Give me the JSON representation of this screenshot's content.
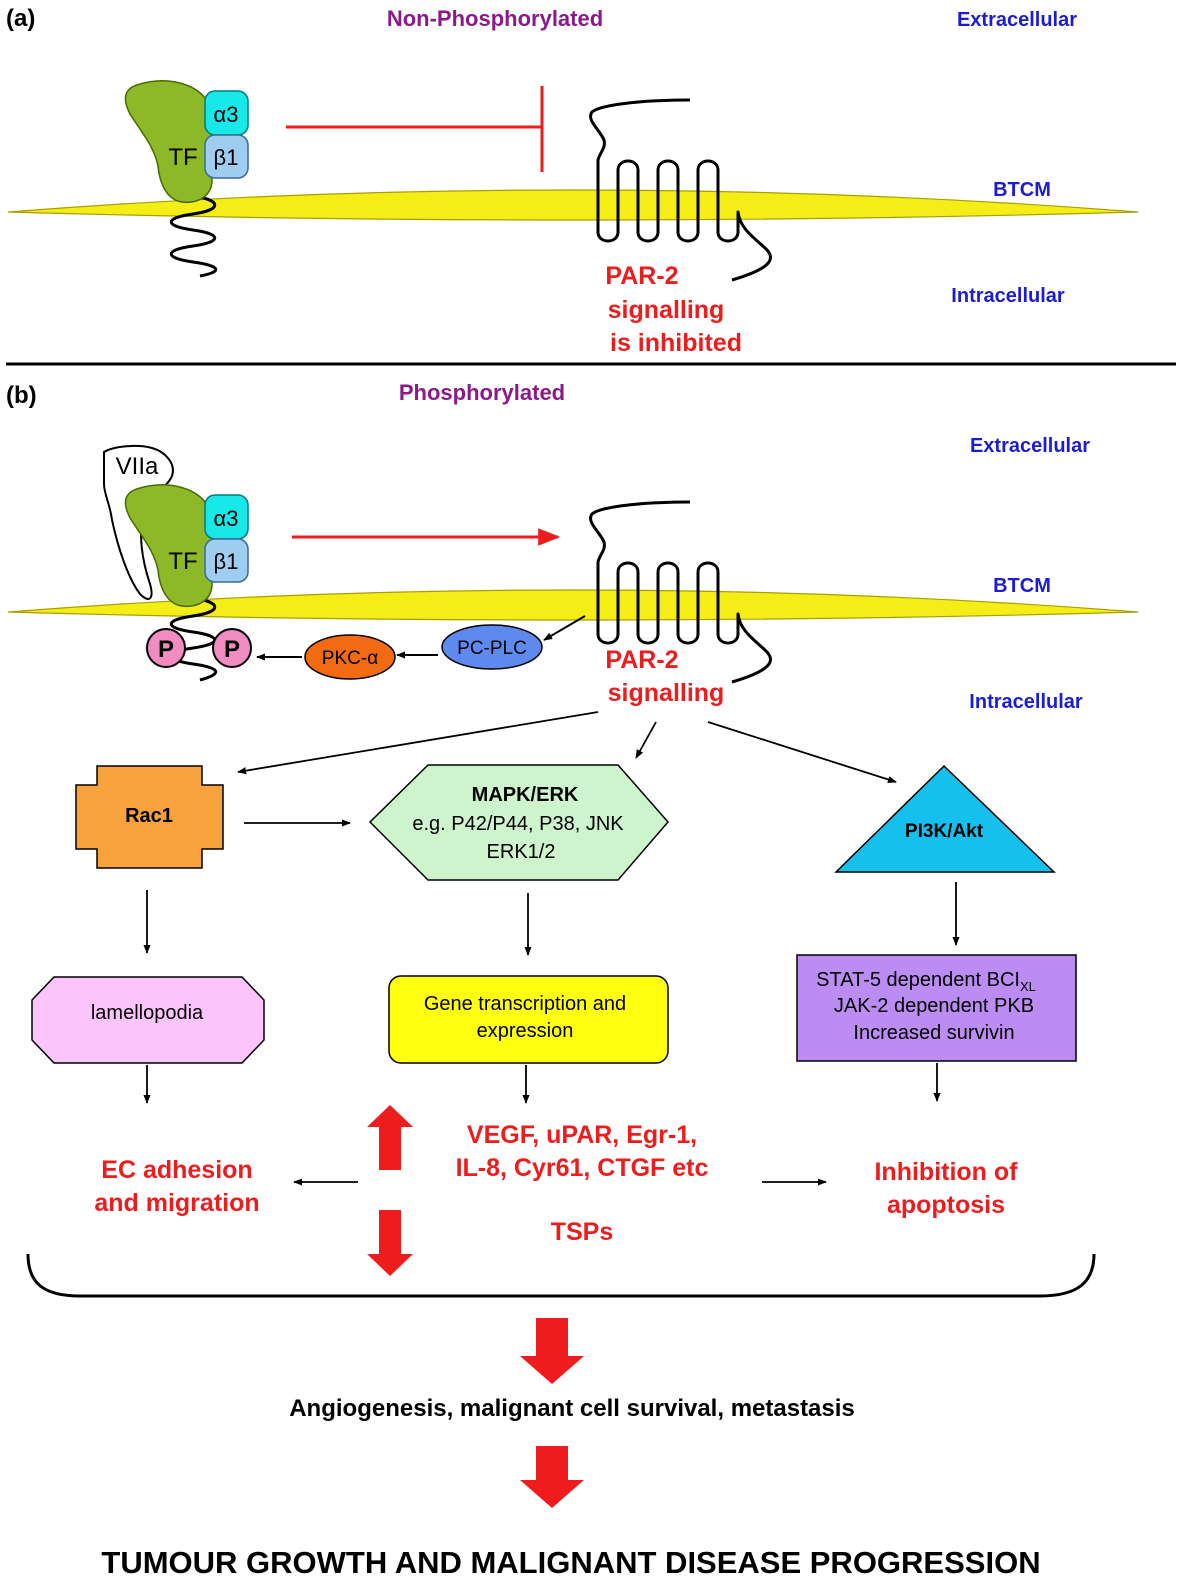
{
  "panel_a": {
    "letter": "(a)",
    "state": "Non-Phosphorylated",
    "extracellular": "Extracellular",
    "btcm": "BTCM",
    "intracellular": "Intracellular",
    "tf": "TF",
    "alpha": "α3",
    "beta": "β1",
    "par2_lines": [
      "PAR-2",
      "signalling",
      "is inhibited"
    ]
  },
  "panel_b": {
    "letter": "(b)",
    "state": "Phosphorylated",
    "extracellular": "Extracellular",
    "btcm": "BTCM",
    "intracellular": "Intracellular",
    "vila": "VIIa",
    "tf": "TF",
    "alpha": "α3",
    "beta": "β1",
    "phospho": "P",
    "pkc": "PKC-α",
    "pcplc": "PC-PLC",
    "par2_lines": [
      "PAR-2",
      "signalling"
    ],
    "rac1": "Rac1",
    "mapk_title": "MAPK/ERK",
    "mapk_lines": [
      "e.g. P42/P44, P38, JNK",
      "ERK1/2"
    ],
    "pi3k": "PI3K/Akt",
    "lamellopodia": "lamellopodia",
    "gene_lines": [
      "Gene transcription and",
      "expression"
    ],
    "stat_line1_main": "STAT-5 dependent BCI",
    "stat_line1_sub": "XL",
    "stat_lines": [
      "JAK-2 dependent PKB",
      "Increased survivin"
    ],
    "factors_lines": [
      "VEGF, uPAR, Egr-1,",
      "IL-8, Cyr61, CTGF etc"
    ],
    "tsps": "TSPs",
    "ec_lines": [
      "EC adhesion",
      "and migration"
    ],
    "apoptosis_lines": [
      "Inhibition of",
      "apoptosis"
    ],
    "outcome": "Angiogenesis, malignant cell survival, metastasis",
    "final": "TUMOUR GROWTH AND MALIGNANT DISEASE PROGRESSION"
  },
  "colors": {
    "tf_green": "#8db828",
    "alpha_cyan": "#19e8e8",
    "beta_blue": "#9fcdf0",
    "membrane_yellow": "#f5ee16",
    "red": "#ee1c1c",
    "purple": "#8a1a8a",
    "blue_label": "#1c1cd6",
    "rac1_orange": "#f7a23c",
    "mapk_green": "#cdf4cd",
    "pi3k_cyan": "#16c0ec",
    "lamello_pink": "#fbc5fb",
    "gene_yellow": "#ffff10",
    "stat_purple": "#bb8cf2",
    "pkc_orange": "#f26a12",
    "pcplc_blue": "#5e8af0",
    "phospho_pink": "#f28cc0"
  }
}
